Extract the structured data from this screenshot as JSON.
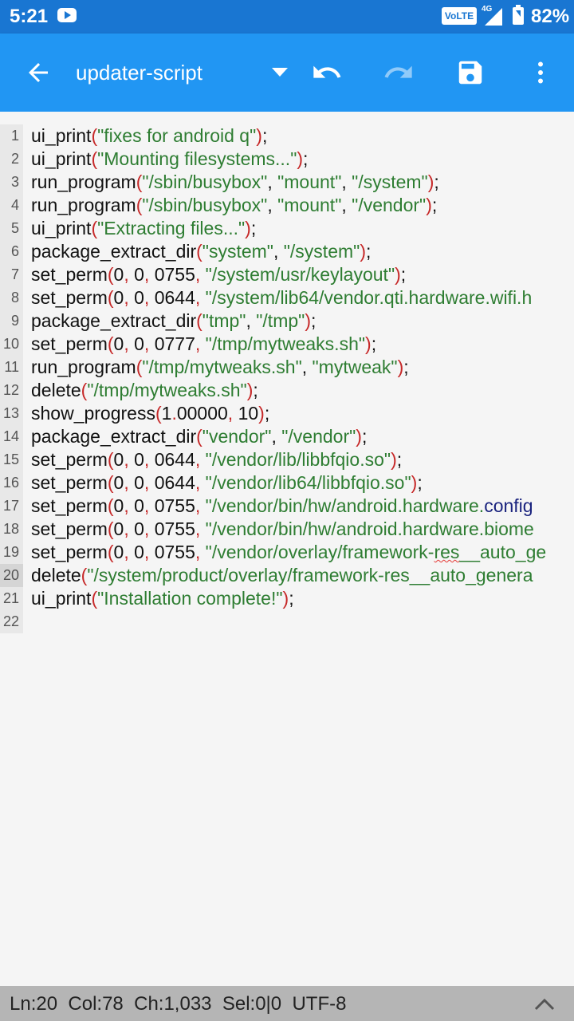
{
  "status_bar": {
    "time": "5:21",
    "volte_label": "VoLTE",
    "network_label": "4G",
    "battery_percent": "82%"
  },
  "toolbar": {
    "title": "updater-script",
    "icons": [
      "back-arrow-icon",
      "dropdown-icon",
      "undo-icon",
      "redo-icon",
      "save-icon",
      "more-vert-icon"
    ]
  },
  "editor": {
    "active_line": 20,
    "line_numbers": [
      "1",
      "2",
      "3",
      "4",
      "5",
      "6",
      "7",
      "8",
      "9",
      "10",
      "11",
      "12",
      "13",
      "14",
      "15",
      "16",
      "17",
      "18",
      "19",
      "20",
      "21",
      "22"
    ],
    "lines": [
      [
        [
          "f",
          "ui_print"
        ],
        [
          "p",
          "("
        ],
        [
          "s",
          "\"fixes for android q\""
        ],
        [
          "p",
          ")"
        ],
        [
          "f",
          ";"
        ]
      ],
      [
        [
          "f",
          "ui_print"
        ],
        [
          "p",
          "("
        ],
        [
          "s",
          "\"Mounting filesystems...\""
        ],
        [
          "p",
          ")"
        ],
        [
          "f",
          ";"
        ]
      ],
      [
        [
          "f",
          "run_program"
        ],
        [
          "p",
          "("
        ],
        [
          "s",
          "\"/sbin/busybox\""
        ],
        [
          "f",
          ", "
        ],
        [
          "s",
          "\"mount\""
        ],
        [
          "f",
          ", "
        ],
        [
          "s",
          "\"/system\""
        ],
        [
          "p",
          ")"
        ],
        [
          "f",
          ";"
        ]
      ],
      [
        [
          "f",
          "run_program"
        ],
        [
          "p",
          "("
        ],
        [
          "s",
          "\"/sbin/busybox\""
        ],
        [
          "f",
          ", "
        ],
        [
          "s",
          "\"mount\""
        ],
        [
          "f",
          ", "
        ],
        [
          "s",
          "\"/vendor\""
        ],
        [
          "p",
          ")"
        ],
        [
          "f",
          ";"
        ]
      ],
      [
        [
          "f",
          "ui_print"
        ],
        [
          "p",
          "("
        ],
        [
          "s",
          "\"Extracting files...\""
        ],
        [
          "p",
          ")"
        ],
        [
          "f",
          ";"
        ]
      ],
      [
        [
          "f",
          "package_extract_dir"
        ],
        [
          "p",
          "("
        ],
        [
          "s",
          "\"system\""
        ],
        [
          "f",
          ", "
        ],
        [
          "s",
          "\"/system\""
        ],
        [
          "p",
          ")"
        ],
        [
          "f",
          ";"
        ]
      ],
      [
        [
          "f",
          "set_perm"
        ],
        [
          "p",
          "("
        ],
        [
          "n",
          "0"
        ],
        [
          "p",
          ","
        ],
        [
          "f",
          " "
        ],
        [
          "n",
          "0"
        ],
        [
          "p",
          ","
        ],
        [
          "f",
          " "
        ],
        [
          "n",
          "0755"
        ],
        [
          "p",
          ","
        ],
        [
          "f",
          " "
        ],
        [
          "s",
          "\"/system/usr/keylayout\""
        ],
        [
          "p",
          ")"
        ],
        [
          "f",
          ";"
        ]
      ],
      [
        [
          "f",
          "set_perm"
        ],
        [
          "p",
          "("
        ],
        [
          "n",
          "0"
        ],
        [
          "p",
          ","
        ],
        [
          "f",
          " "
        ],
        [
          "n",
          "0"
        ],
        [
          "p",
          ","
        ],
        [
          "f",
          " "
        ],
        [
          "n",
          "0644"
        ],
        [
          "p",
          ","
        ],
        [
          "f",
          " "
        ],
        [
          "s",
          "\"/system/lib64/vendor.qti.hardware.wifi.h"
        ]
      ],
      [
        [
          "f",
          "package_extract_dir"
        ],
        [
          "p",
          "("
        ],
        [
          "s",
          "\"tmp\""
        ],
        [
          "f",
          ", "
        ],
        [
          "s",
          "\"/tmp\""
        ],
        [
          "p",
          ")"
        ],
        [
          "f",
          ";"
        ]
      ],
      [
        [
          "f",
          "set_perm"
        ],
        [
          "p",
          "("
        ],
        [
          "n",
          "0"
        ],
        [
          "p",
          ","
        ],
        [
          "f",
          " "
        ],
        [
          "n",
          "0"
        ],
        [
          "p",
          ","
        ],
        [
          "f",
          " "
        ],
        [
          "n",
          "0777"
        ],
        [
          "p",
          ","
        ],
        [
          "f",
          " "
        ],
        [
          "s",
          "\"/tmp/mytweaks.sh\""
        ],
        [
          "p",
          ")"
        ],
        [
          "f",
          ";"
        ]
      ],
      [
        [
          "f",
          "run_program"
        ],
        [
          "p",
          "("
        ],
        [
          "s",
          "\"/tmp/mytweaks.sh\""
        ],
        [
          "f",
          ", "
        ],
        [
          "s",
          "\"mytweak\""
        ],
        [
          "p",
          ")"
        ],
        [
          "f",
          ";"
        ]
      ],
      [
        [
          "f",
          "delete"
        ],
        [
          "p",
          "("
        ],
        [
          "s",
          "\"/tmp/mytweaks.sh\""
        ],
        [
          "p",
          ")"
        ],
        [
          "f",
          ";"
        ]
      ],
      [
        [
          "f",
          "show_progress"
        ],
        [
          "p",
          "("
        ],
        [
          "n",
          "1"
        ],
        [
          "p",
          "."
        ],
        [
          "n",
          "00000"
        ],
        [
          "p",
          ","
        ],
        [
          "f",
          " "
        ],
        [
          "n",
          "10"
        ],
        [
          "p",
          ")"
        ],
        [
          "f",
          ";"
        ]
      ],
      [
        [
          "f",
          "package_extract_dir"
        ],
        [
          "p",
          "("
        ],
        [
          "s",
          "\"vendor\""
        ],
        [
          "f",
          ", "
        ],
        [
          "s",
          "\"/vendor\""
        ],
        [
          "p",
          ")"
        ],
        [
          "f",
          ";"
        ]
      ],
      [
        [
          "f",
          "set_perm"
        ],
        [
          "p",
          "("
        ],
        [
          "n",
          "0"
        ],
        [
          "p",
          ","
        ],
        [
          "f",
          " "
        ],
        [
          "n",
          "0"
        ],
        [
          "p",
          ","
        ],
        [
          "f",
          " "
        ],
        [
          "n",
          "0644"
        ],
        [
          "p",
          ","
        ],
        [
          "f",
          " "
        ],
        [
          "s",
          "\"/vendor/lib/libbfqio.so\""
        ],
        [
          "p",
          ")"
        ],
        [
          "f",
          ";"
        ]
      ],
      [
        [
          "f",
          "set_perm"
        ],
        [
          "p",
          "("
        ],
        [
          "n",
          "0"
        ],
        [
          "p",
          ","
        ],
        [
          "f",
          " "
        ],
        [
          "n",
          "0"
        ],
        [
          "p",
          ","
        ],
        [
          "f",
          " "
        ],
        [
          "n",
          "0644"
        ],
        [
          "p",
          ","
        ],
        [
          "f",
          " "
        ],
        [
          "s",
          "\"/vendor/lib64/libbfqio.so\""
        ],
        [
          "p",
          ")"
        ],
        [
          "f",
          ";"
        ]
      ],
      [
        [
          "f",
          "set_perm"
        ],
        [
          "p",
          "("
        ],
        [
          "n",
          "0"
        ],
        [
          "p",
          ","
        ],
        [
          "f",
          " "
        ],
        [
          "n",
          "0"
        ],
        [
          "p",
          ","
        ],
        [
          "f",
          " "
        ],
        [
          "n",
          "0755"
        ],
        [
          "p",
          ","
        ],
        [
          "f",
          " "
        ],
        [
          "s",
          "\"/vendor/bin/hw/android.hardware."
        ],
        [
          "t",
          "config"
        ]
      ],
      [
        [
          "f",
          "set_perm"
        ],
        [
          "p",
          "("
        ],
        [
          "n",
          "0"
        ],
        [
          "p",
          ","
        ],
        [
          "f",
          " "
        ],
        [
          "n",
          "0"
        ],
        [
          "p",
          ","
        ],
        [
          "f",
          " "
        ],
        [
          "n",
          "0755"
        ],
        [
          "p",
          ","
        ],
        [
          "f",
          " "
        ],
        [
          "s",
          "\"/vendor/bin/hw/android.hardware.biome"
        ]
      ],
      [
        [
          "f",
          "set_perm"
        ],
        [
          "p",
          "("
        ],
        [
          "n",
          "0"
        ],
        [
          "p",
          ","
        ],
        [
          "f",
          " "
        ],
        [
          "n",
          "0"
        ],
        [
          "p",
          ","
        ],
        [
          "f",
          " "
        ],
        [
          "n",
          "0755"
        ],
        [
          "p",
          ","
        ],
        [
          "f",
          " "
        ],
        [
          "s",
          "\"/vendor/overlay/framework-"
        ],
        [
          "u",
          "res"
        ],
        [
          "s",
          "__auto_ge"
        ]
      ],
      [
        [
          "f",
          "delete"
        ],
        [
          "p",
          "("
        ],
        [
          "s",
          "\"/system/product/overlay/framework-res__auto_genera"
        ]
      ],
      [
        [
          "f",
          "ui_print"
        ],
        [
          "p",
          "("
        ],
        [
          "s",
          "\"Installation complete!\""
        ],
        [
          "p",
          ")"
        ],
        [
          "f",
          ";"
        ]
      ],
      []
    ]
  },
  "bottom_bar": {
    "position": "Ln:20  Col:78  Ch:1,033  Sel:0|0  UTF-8",
    "toggle_icon": "chevron-up-icon"
  },
  "colors": {
    "status_bar": "#1976d2",
    "toolbar": "#2196f3",
    "string": "#2e7d32",
    "punctuation": "#c62828",
    "bottom_bar": "#b5b5b5"
  }
}
